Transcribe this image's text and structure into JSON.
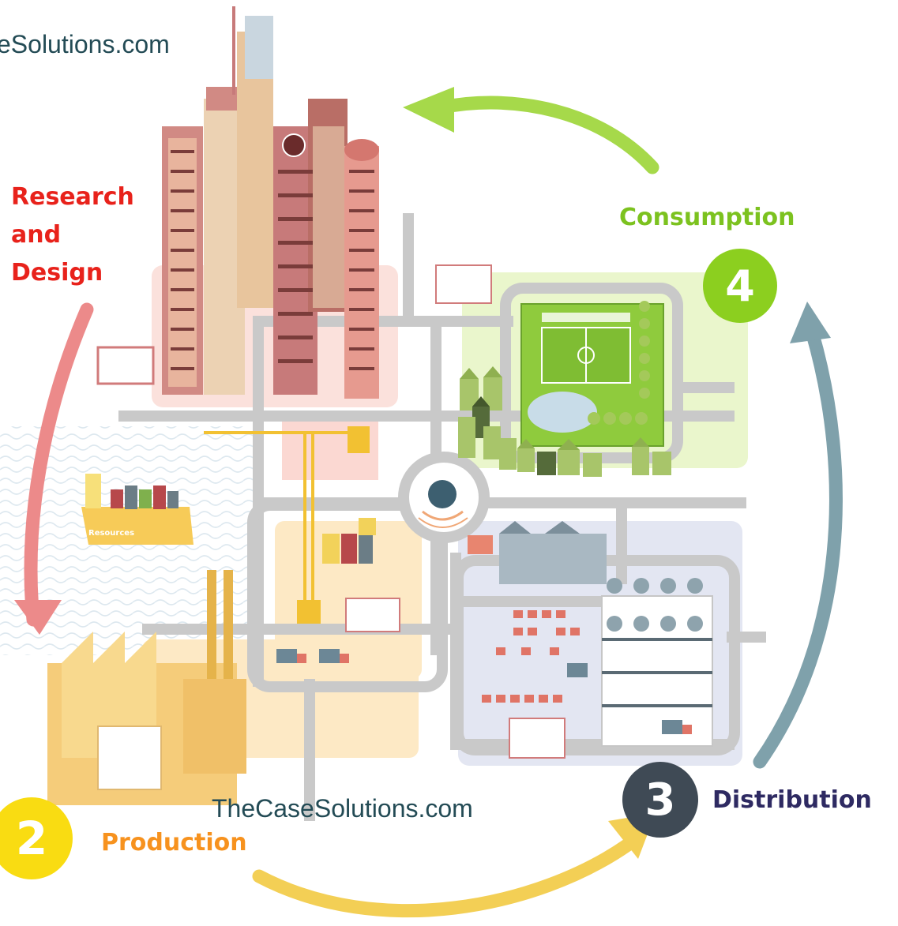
{
  "watermark_top": "eSolutions.com",
  "watermark_bottom": "TheCaseSolutions.com",
  "stages": {
    "research": {
      "line1": "Research",
      "line2": "and",
      "line3": "Design",
      "color": "#e8221b"
    },
    "production": {
      "number": "2",
      "label": "Production",
      "color": "#f7921e",
      "badge_color": "#f9dc12"
    },
    "distribution": {
      "number": "3",
      "label": "Distribution",
      "color": "#2e2a62",
      "badge_color": "#3f4a55"
    },
    "consumption": {
      "number": "4",
      "label": "Consumption",
      "color": "#7cc21f",
      "badge_color": "#8ccf1f"
    }
  },
  "arrow_colors": {
    "research_to_production": "#ec8a8a",
    "production_to_distribution": "#f3cf55",
    "distribution_to_consumption": "#7fa1ab",
    "consumption_to_research": "#a6d94a"
  },
  "city_labels": {
    "ship": "Resources"
  }
}
